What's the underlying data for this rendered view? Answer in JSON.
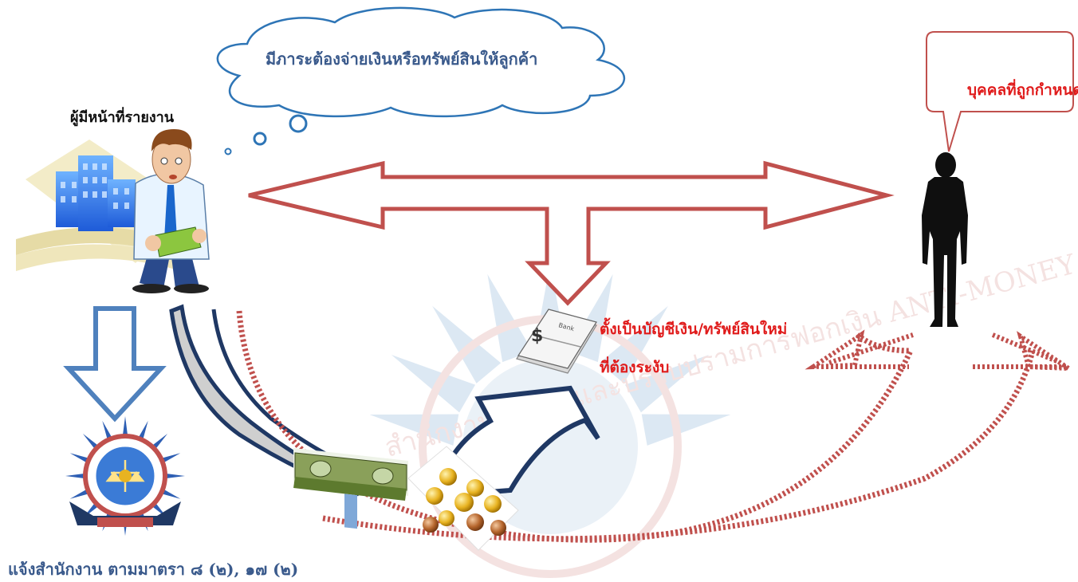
{
  "cloud_text": "มีภาระต้องจ่ายเงินหรือทรัพย์สินให้ลูกค้า",
  "reporter_label": "ผู้มีหน้าที่รายงาน",
  "person_label": "บุคคลที่ถูกกำหนด",
  "account_label_line1": "ตั้งเป็นบัญชีเงิน/ทรัพย์สินใหม่",
  "account_label_line2": "ที่ต้องระงับ",
  "footer_label": "แจ้งสำนักงาน ตามมาตรา ๘ (๒), ๑๗ (๒)",
  "watermark_text": "สำนักงานป้องกันและปราบปรามการฟอกเงิน ANTI-MONEY LAUNDERING OFFICE",
  "ledger_text": "Bank",
  "colors": {
    "arrow_red": "#c0504d",
    "arrow_blue": "#1f3864",
    "down_arrow_blue": "#4f81bd",
    "label_red": "#e01b1b",
    "label_blue": "#3a5a8c",
    "cloud_stroke": "#2e75b6"
  }
}
